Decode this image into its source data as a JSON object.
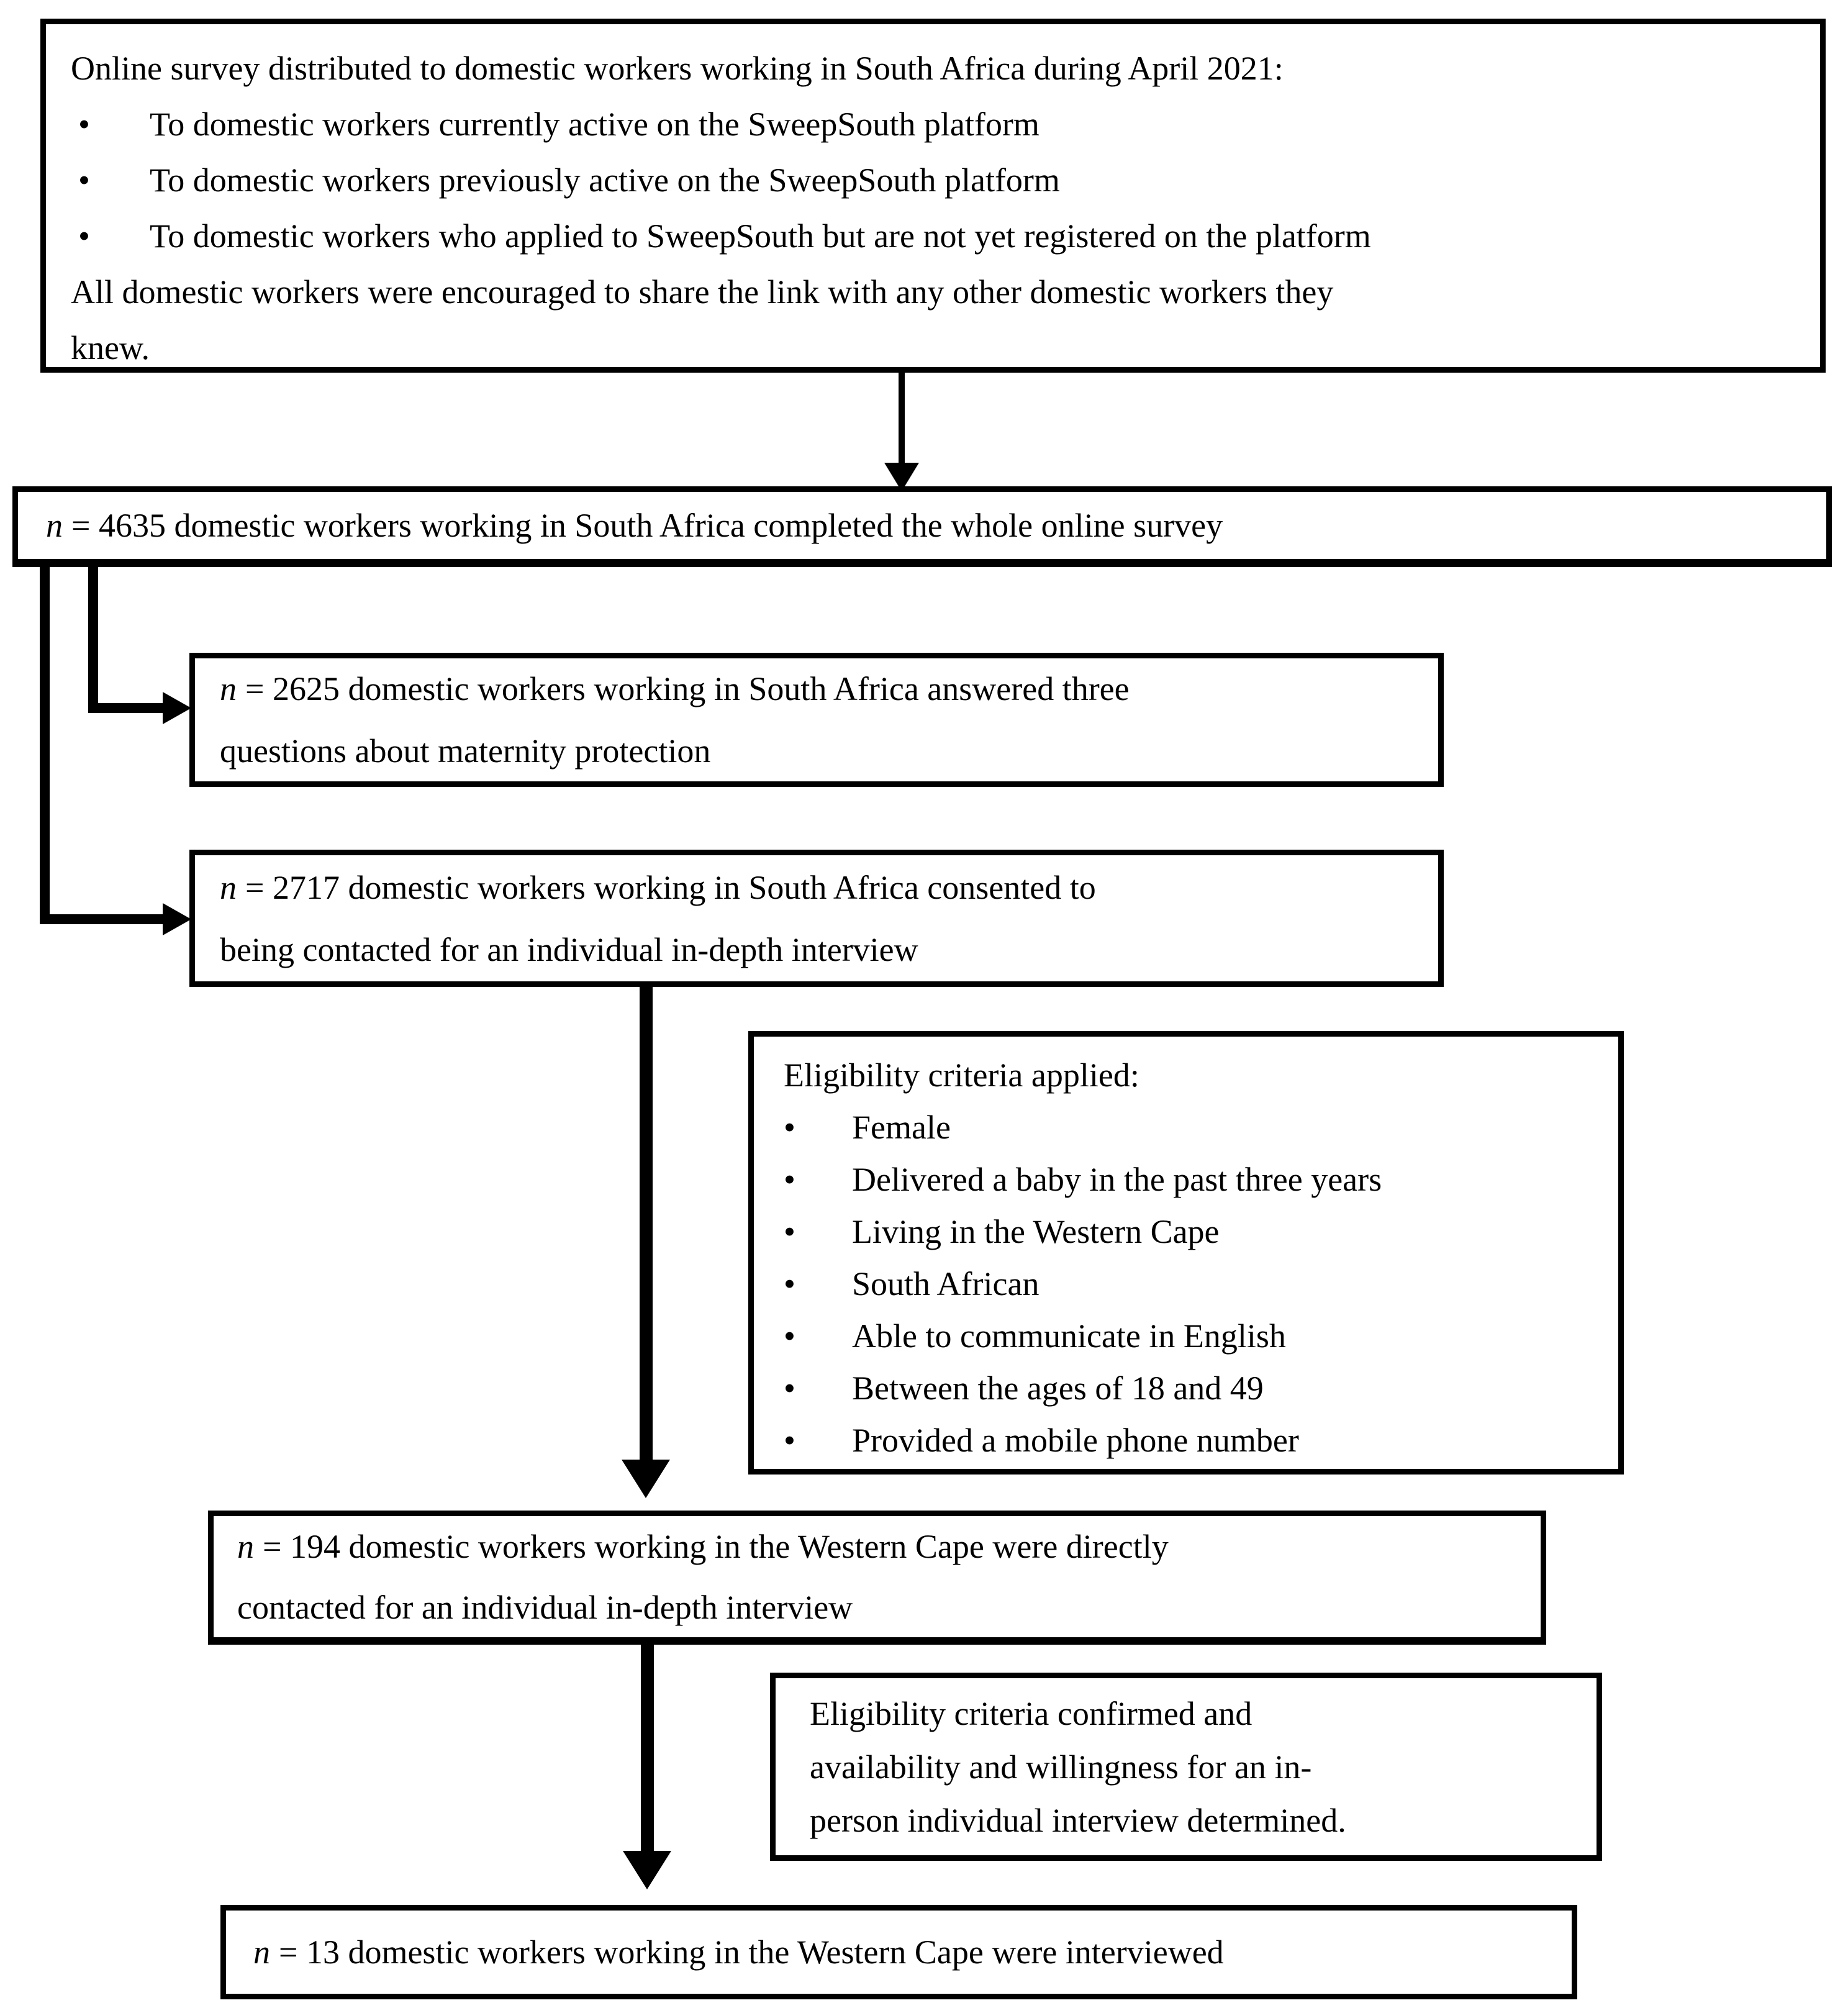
{
  "flowchart": {
    "survey_distribution": {
      "intro": "Online survey distributed to domestic workers working in South Africa during April 2021:",
      "bullet_glyph": "•",
      "bullets": [
        "To domestic workers currently active on the SweepSouth platform",
        "To domestic workers previously active on the SweepSouth platform",
        "To domestic workers who applied to SweepSouth but are not yet registered on the platform"
      ],
      "outro_line1": "All domestic workers were encouraged to share the link with any other domestic workers they",
      "outro_line2": "knew."
    },
    "completed_survey": {
      "n_var": "n",
      "text": "= 4635 domestic workers working in South Africa completed the whole online survey"
    },
    "maternity_questions": {
      "n_var": "n",
      "line1": "= 2625 domestic workers working in South Africa answered three",
      "line2": "questions about maternity protection"
    },
    "consented_interview": {
      "n_var": "n",
      "line1": "= 2717 domestic workers working in South Africa consented to",
      "line2": "being contacted for an individual in-depth interview"
    },
    "eligibility_applied": {
      "title": "Eligibility criteria applied:",
      "bullet_glyph": "•",
      "bullets": [
        "Female",
        "Delivered a baby in the past three years",
        "Living in the Western Cape",
        "South African",
        "Able to communicate in English",
        "Between the ages of 18 and 49",
        "Provided a mobile phone number"
      ]
    },
    "directly_contacted": {
      "n_var": "n",
      "line1": "= 194 domestic workers working in the Western Cape were directly",
      "line2": "contacted for an individual in-depth interview"
    },
    "eligibility_confirmed": {
      "line1": "Eligibility criteria confirmed and",
      "line2": "availability and willingness for an in-",
      "line3": "person individual interview determined."
    },
    "interviewed": {
      "n_var": "n",
      "text": "= 13 domestic workers working in the Western Cape were interviewed"
    },
    "colors": {
      "ink": "#000000",
      "background": "#ffffff"
    }
  }
}
